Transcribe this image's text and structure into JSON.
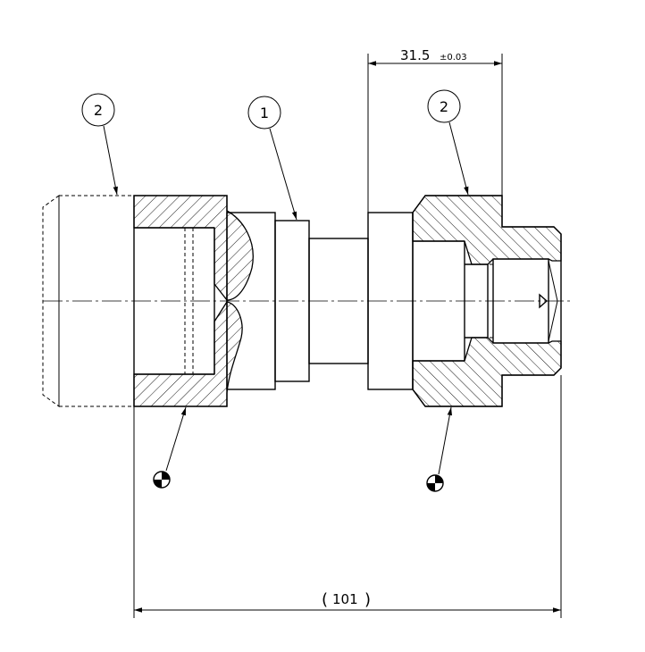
{
  "dimensions": {
    "top_value": "31.5",
    "top_tolerance": "±0.03",
    "overall_value": "101",
    "overall_open": "(",
    "overall_close": ")"
  },
  "balloons": [
    {
      "label": "2"
    },
    {
      "label": "1"
    },
    {
      "label": "2"
    }
  ]
}
